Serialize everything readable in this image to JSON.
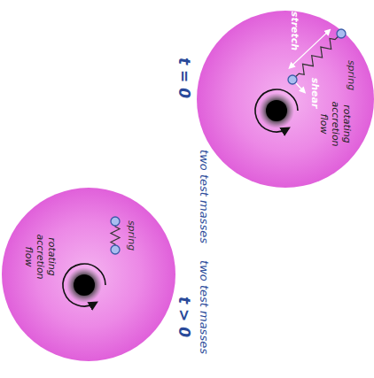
{
  "diagram": {
    "nodes": [
      {
        "text": [
          "rotating accretion flow"
        ]
      },
      {
        "text": [
          "rotating accretion flow"
        ]
      }
    ],
    "labels": [
      "t = 0",
      "two test masses",
      "stretch",
      "shear",
      "spring",
      "t > 0",
      "two test masses",
      "spring"
    ]
  }
}
